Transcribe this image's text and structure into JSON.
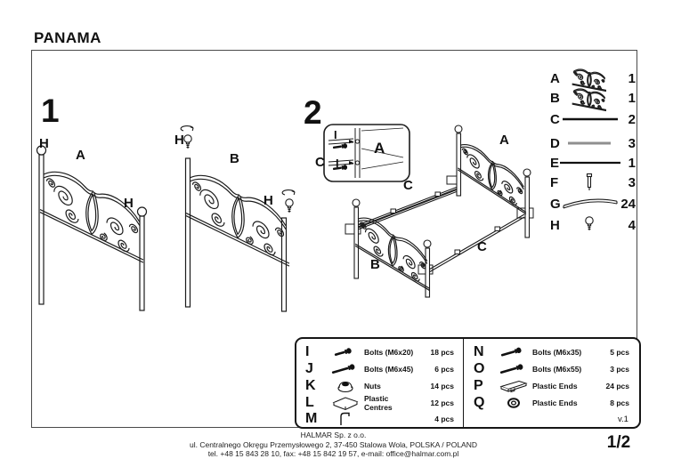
{
  "title": "PANAMA",
  "steps": {
    "step1": "1",
    "step2": "2"
  },
  "labels": {
    "h": "H",
    "a": "A",
    "b": "B",
    "c": "C",
    "i": "I"
  },
  "parts_list": [
    {
      "letter": "A",
      "icon": "headboard-icon",
      "qty": "1"
    },
    {
      "letter": "B",
      "icon": "footboard-icon",
      "qty": "1"
    },
    {
      "letter": "C",
      "icon": "side-rail-icon",
      "qty": "2"
    },
    {
      "letter": "D",
      "icon": "support-slat-icon",
      "qty": "3"
    },
    {
      "letter": "E",
      "icon": "center-rail-icon",
      "qty": "1"
    },
    {
      "letter": "F",
      "icon": "pin-icon",
      "qty": "3"
    },
    {
      "letter": "G",
      "icon": "curved-slat-icon",
      "qty": "24"
    },
    {
      "letter": "H",
      "icon": "finial-icon",
      "qty": "4"
    }
  ],
  "hardware_table": {
    "left": [
      {
        "letter": "I",
        "icon": "bolt-icon",
        "label": "Bolts (M6x20)",
        "qty": "18 pcs"
      },
      {
        "letter": "J",
        "icon": "bolt-icon",
        "label": "Bolts (M6x45)",
        "qty": "6 pcs"
      },
      {
        "letter": "K",
        "icon": "nut-icon",
        "label": "Nuts",
        "qty": "14 pcs"
      },
      {
        "letter": "L",
        "icon": "plastic-centre-icon",
        "label": "Plastic Centres",
        "qty": "12 pcs"
      },
      {
        "letter": "M",
        "icon": "bracket-icon",
        "label": "",
        "qty": "4 pcs"
      }
    ],
    "right": [
      {
        "letter": "N",
        "icon": "bolt-icon",
        "label": "Bolts (M6x35)",
        "qty": "5 pcs"
      },
      {
        "letter": "O",
        "icon": "bolt-icon",
        "label": "Bolts (M6x55)",
        "qty": "3 pcs"
      },
      {
        "letter": "P",
        "icon": "plastic-end-icon",
        "label": "Plastic Ends",
        "qty": "24 pcs"
      },
      {
        "letter": "Q",
        "icon": "washer-icon",
        "label": "Plastic Ends",
        "qty": "8 pcs"
      }
    ]
  },
  "version": "v.1",
  "page": "1/2",
  "footer": {
    "line1": "HALMAR Sp. z o.o.",
    "line2": "ul. Centralnego Okręgu Przemysłowego 2, 37-450 Stalowa Wola, POLSKA / POLAND",
    "line3": "tel. +48 15 843 28 10, fax: +48 15 842 19 57, e-mail: office@halmar.com.pl"
  },
  "colors": {
    "line": "#1c1c1c",
    "slat_gray": "#8f8f8f",
    "background": "#ffffff"
  }
}
